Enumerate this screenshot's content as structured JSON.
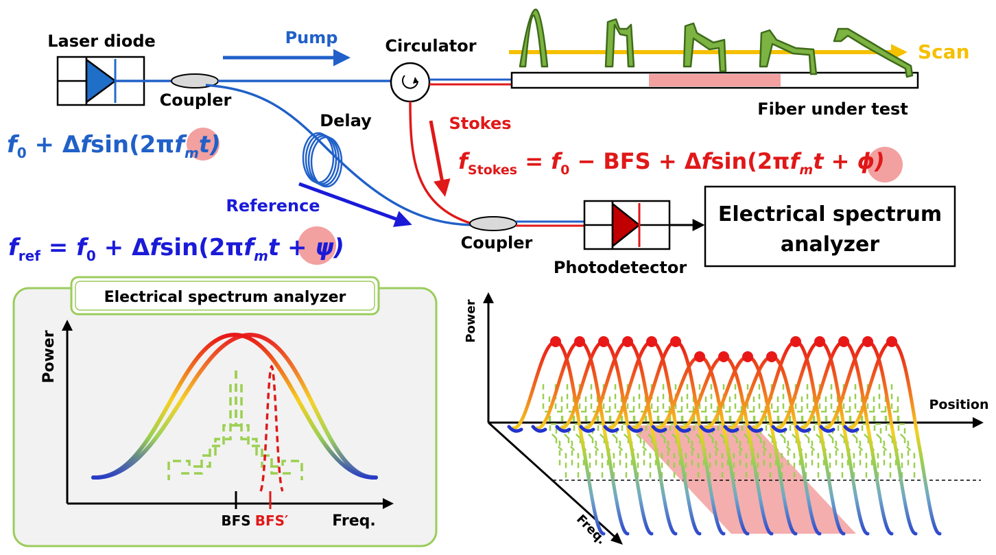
{
  "labels": {
    "laser_diode": "Laser diode",
    "coupler_top": "Coupler",
    "pump": "Pump",
    "circulator": "Circulator",
    "scan": "Scan",
    "fiber_under_test": "Fiber under test",
    "delay": "Delay",
    "stokes": "Stokes",
    "reference": "Reference",
    "coupler_bottom": "Coupler",
    "photodetector": "Photodetector",
    "esa_box_line1": "Electrical spectrum",
    "esa_box_line2": "analyzer",
    "esa_panel_title": "Electrical spectrum analyzer",
    "power_left": "Power",
    "freq_left": "Freq.",
    "bfs": "BFS",
    "bfs_prime": "BFS′",
    "power_right": "Power",
    "position": "Position",
    "freq_right": "Freq."
  },
  "equations": {
    "laser": {
      "f0": "f",
      "f0_sub": "0",
      "rest_a": " + Δ",
      "f_delta": "f",
      "rest_b": "sin(2π",
      "fm": "f",
      "fm_sub": "m",
      "rest_c": "t)"
    },
    "stokes": {
      "lhs": "f",
      "lhs_sub": "Stokes",
      "eq": " = ",
      "f0": "f",
      "f0_sub": "0",
      "mid": " − BFS + Δ",
      "f_delta": "f",
      "sin": "sin(2π",
      "fm": "f",
      "fm_sub": "m",
      "tail": "t + ϕ)"
    },
    "reference": {
      "lhs": "f",
      "lhs_sub": "ref",
      "eq": " = ",
      "f0": "f",
      "f0_sub": "0",
      "mid": " + Δ",
      "f_delta": "f",
      "sin": "sin(2π",
      "fm": "f",
      "fm_sub": "m",
      "tail": "t + ψ)"
    }
  },
  "colors": {
    "blue": "#2060c8",
    "deep_blue": "#1a1ad8",
    "red": "#e01818",
    "dark_red": "#c00000",
    "yellow": "#f5c000",
    "green": "#6fa030",
    "light_green": "#9bd050",
    "pink": "#f3a0a0",
    "panel_bg": "#f2f2f2",
    "panel_border": "#9bcc5c"
  }
}
